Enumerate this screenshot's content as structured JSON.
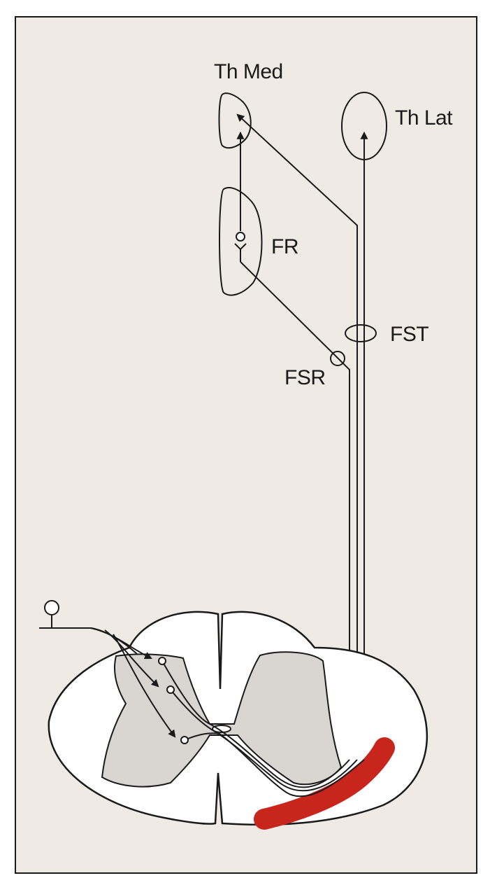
{
  "labels": {
    "th_med": "Th Med",
    "th_lat": "Th Lat",
    "fr": "FR",
    "fst": "FST",
    "fsr": "FSR"
  },
  "colors": {
    "panel_background": "#efebe4",
    "line": "#1a1a1a",
    "white_matter": "#ffffff",
    "gray_matter": "#d9d6d1",
    "tract_highlight": "#c8261c"
  }
}
